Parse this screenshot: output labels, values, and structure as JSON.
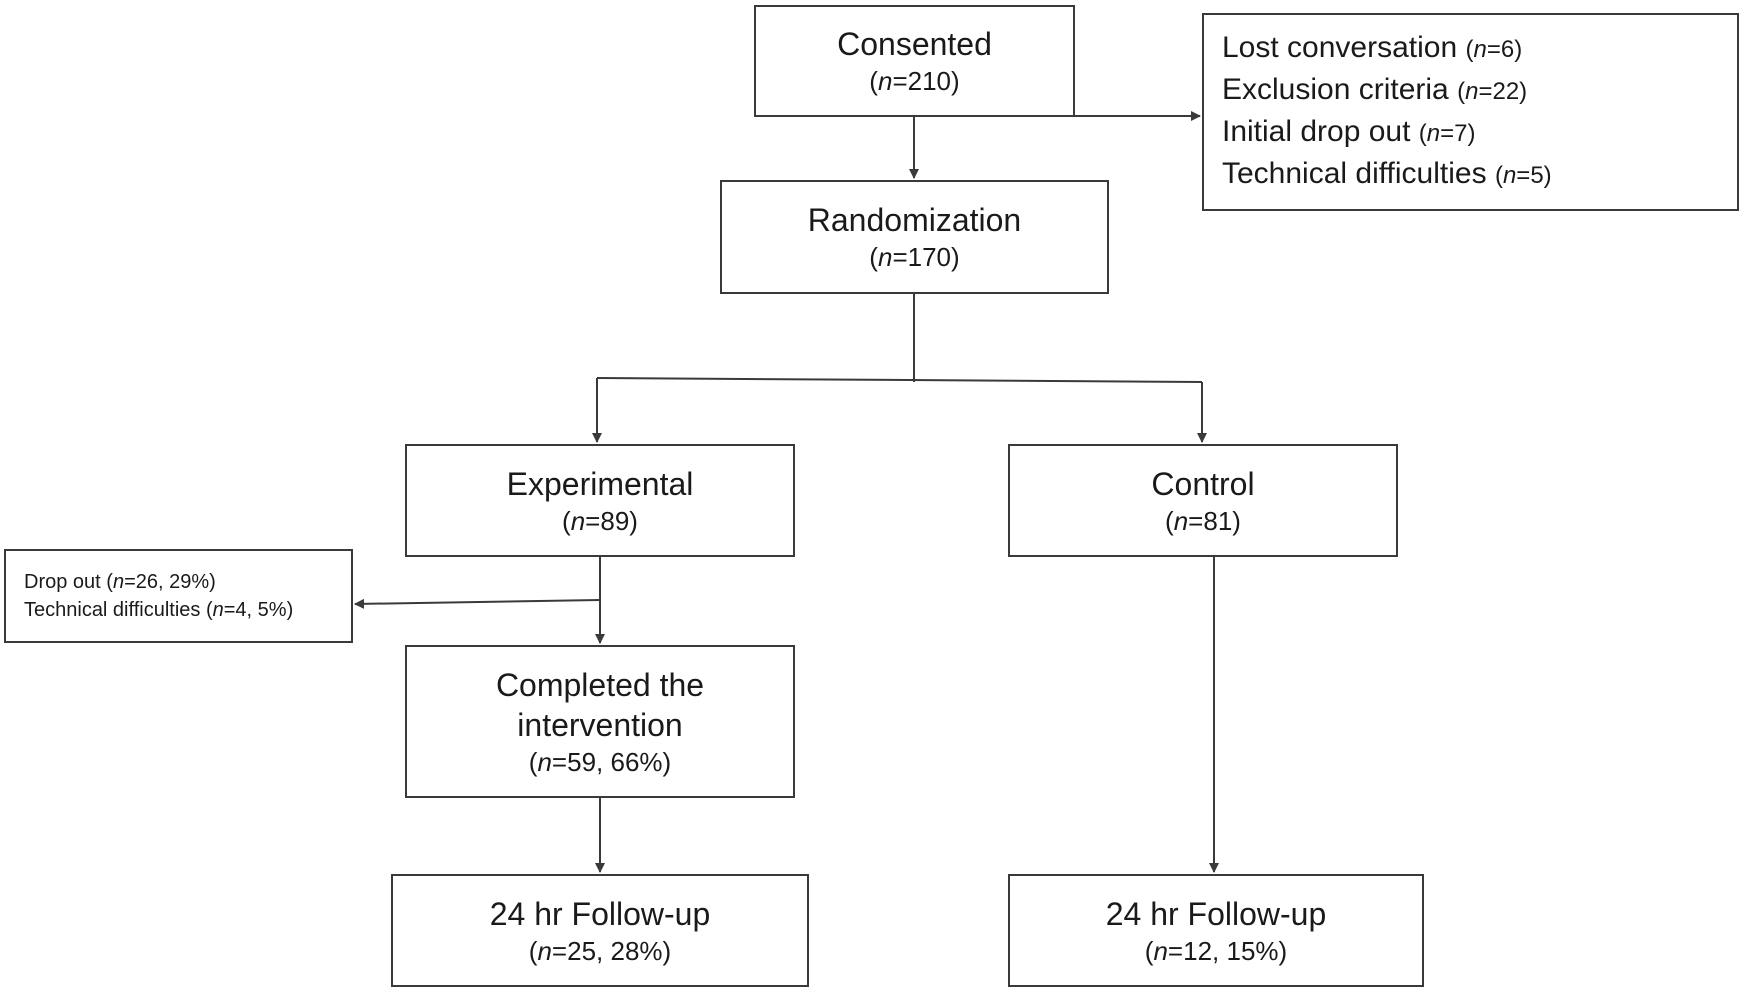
{
  "consented": {
    "title": "Consented",
    "count": "210"
  },
  "excluded": {
    "items": [
      {
        "label": "Lost conversation",
        "count": "6"
      },
      {
        "label": "Exclusion criteria",
        "count": "22"
      },
      {
        "label": "Initial drop out",
        "count": "7"
      },
      {
        "label": "Technical difficulties",
        "count": "5"
      }
    ]
  },
  "randomization": {
    "title": "Randomization",
    "count": "170"
  },
  "experimental": {
    "title": "Experimental",
    "count": "89"
  },
  "control": {
    "title": "Control",
    "count": "81"
  },
  "exp_dropout": {
    "items": [
      {
        "label": "Drop out",
        "count": "26",
        "pct": "29%"
      },
      {
        "label": "Technical difficulties",
        "count": "4",
        "pct": "5%"
      }
    ]
  },
  "completed": {
    "title_line1": "Completed the",
    "title_line2": "intervention",
    "count": "59",
    "pct": "66%"
  },
  "exp_followup": {
    "title": "24 hr Follow-up",
    "count": "25",
    "pct": "28%"
  },
  "ctrl_followup": {
    "title": "24 hr Follow-up",
    "count": "12",
    "pct": "15%"
  },
  "n_symbol": "n"
}
